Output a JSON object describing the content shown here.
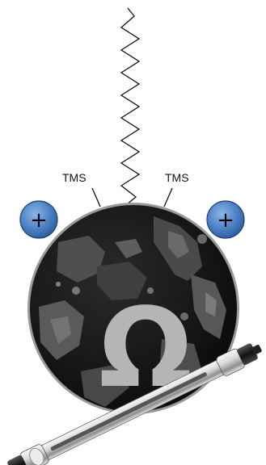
{
  "labels": {
    "tms_left": "TMS",
    "tms_right": "TMS",
    "charge_left": "+",
    "charge_right": "+",
    "center_symbol": "Ω"
  },
  "colors": {
    "sphere_rim": "#9a9a9a",
    "sphere_body": "#151515",
    "surface_texture": "#5c5c5c",
    "omega": "#b5b5b5",
    "charge_fill": "#4b7fc3",
    "charge_stroke": "#1f3f73"
  },
  "icons": {
    "charge": "plus-charge-icon",
    "chain": "zigzag-alkyl-chain",
    "column": "hplc-column-icon"
  }
}
